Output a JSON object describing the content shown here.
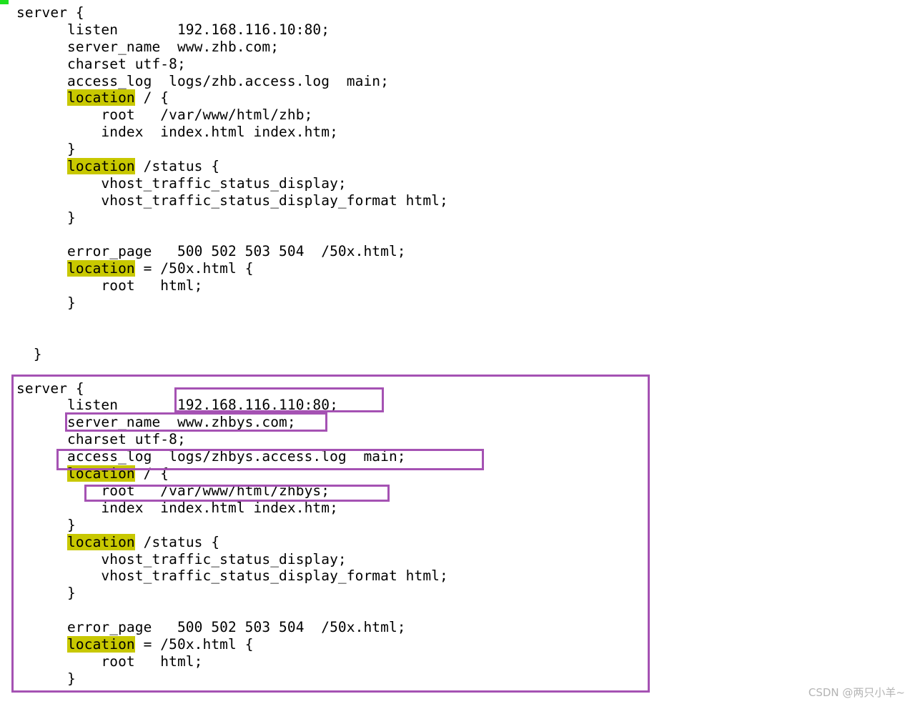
{
  "editor": {
    "keyword": "location",
    "lines": [
      {
        "indent": "",
        "kw": false,
        "text": "server {"
      },
      {
        "indent": "      ",
        "kw": false,
        "text": "listen       192.168.116.10:80;"
      },
      {
        "indent": "      ",
        "kw": false,
        "text": "server_name  www.zhb.com;"
      },
      {
        "indent": "      ",
        "kw": false,
        "text": "charset utf-8;"
      },
      {
        "indent": "      ",
        "kw": false,
        "text": "access_log  logs/zhb.access.log  main;"
      },
      {
        "indent": "      ",
        "kw": true,
        "text": " / {"
      },
      {
        "indent": "          ",
        "kw": false,
        "text": "root   /var/www/html/zhb;"
      },
      {
        "indent": "          ",
        "kw": false,
        "text": "index  index.html index.htm;"
      },
      {
        "indent": "      ",
        "kw": false,
        "text": "}"
      },
      {
        "indent": "      ",
        "kw": true,
        "text": " /status {"
      },
      {
        "indent": "          ",
        "kw": false,
        "text": "vhost_traffic_status_display;"
      },
      {
        "indent": "          ",
        "kw": false,
        "text": "vhost_traffic_status_display_format html;"
      },
      {
        "indent": "      ",
        "kw": false,
        "text": "}"
      },
      {
        "indent": "",
        "kw": false,
        "text": ""
      },
      {
        "indent": "      ",
        "kw": false,
        "text": "error_page   500 502 503 504  /50x.html;"
      },
      {
        "indent": "      ",
        "kw": true,
        "text": " = /50x.html {"
      },
      {
        "indent": "          ",
        "kw": false,
        "text": "root   html;"
      },
      {
        "indent": "      ",
        "kw": false,
        "text": "}"
      },
      {
        "indent": "",
        "kw": false,
        "text": ""
      },
      {
        "indent": "",
        "kw": false,
        "text": ""
      },
      {
        "indent": "  ",
        "kw": false,
        "text": "}"
      },
      {
        "indent": "",
        "kw": false,
        "text": ""
      },
      {
        "indent": "",
        "kw": false,
        "text": "server {"
      },
      {
        "indent": "      ",
        "kw": false,
        "text": "listen       192.168.116.110:80;"
      },
      {
        "indent": "      ",
        "kw": false,
        "text": "server_name  www.zhbys.com;"
      },
      {
        "indent": "      ",
        "kw": false,
        "text": "charset utf-8;"
      },
      {
        "indent": "      ",
        "kw": false,
        "text": "access_log  logs/zhbys.access.log  main;"
      },
      {
        "indent": "      ",
        "kw": true,
        "text": " / {"
      },
      {
        "indent": "          ",
        "kw": false,
        "text": "root   /var/www/html/zhbys;"
      },
      {
        "indent": "          ",
        "kw": false,
        "text": "index  index.html index.htm;"
      },
      {
        "indent": "      ",
        "kw": false,
        "text": "}"
      },
      {
        "indent": "      ",
        "kw": true,
        "text": " /status {"
      },
      {
        "indent": "          ",
        "kw": false,
        "text": "vhost_traffic_status_display;"
      },
      {
        "indent": "          ",
        "kw": false,
        "text": "vhost_traffic_status_display_format html;"
      },
      {
        "indent": "      ",
        "kw": false,
        "text": "}"
      },
      {
        "indent": "",
        "kw": false,
        "text": ""
      },
      {
        "indent": "      ",
        "kw": false,
        "text": "error_page   500 502 503 504  /50x.html;"
      },
      {
        "indent": "      ",
        "kw": true,
        "text": " = /50x.html {"
      },
      {
        "indent": "          ",
        "kw": false,
        "text": "root   html;"
      },
      {
        "indent": "      ",
        "kw": false,
        "text": "}"
      }
    ]
  },
  "colors": {
    "keyword_highlight": "#c8c800",
    "annotation_box": "#a552b3",
    "cursor": "#1fe01f"
  },
  "watermark": "CSDN @两只小羊~"
}
